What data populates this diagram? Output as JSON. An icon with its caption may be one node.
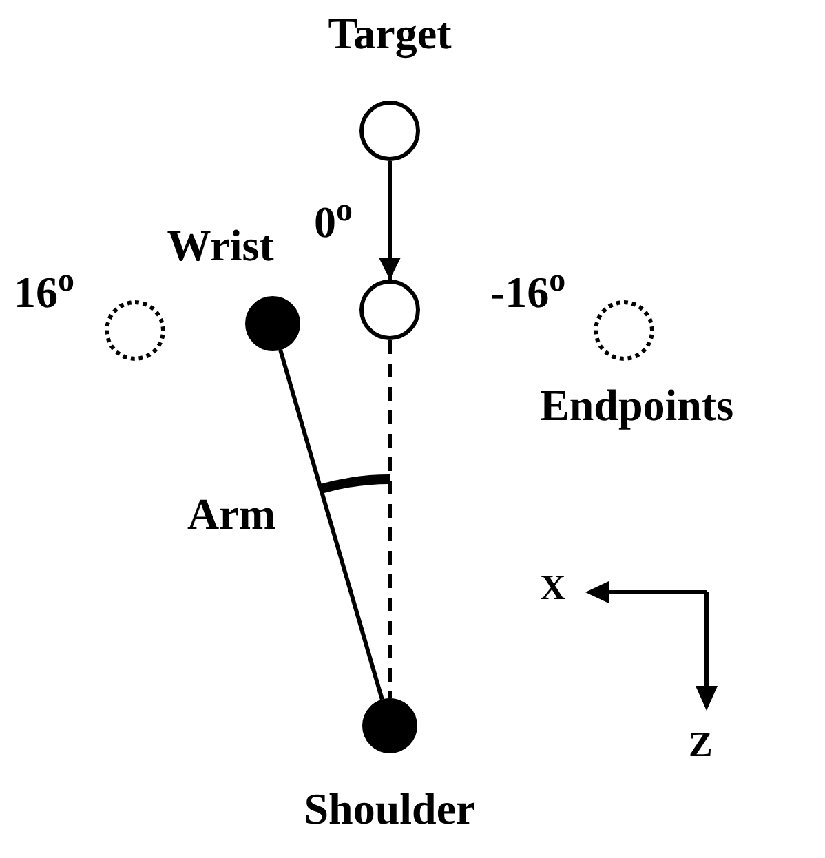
{
  "diagram": {
    "nodes": [
      {
        "text": [
          "Target"
        ]
      },
      {
        "text": [],
        "shape": "circle"
      },
      {
        "text": [
          "Wrist"
        ]
      },
      {
        "text": [
          "Shoulder"
        ]
      },
      {
        "text": [],
        "shape": "circle",
        "beside": [
          "16$^{o}$"
        ]
      },
      {
        "text": [],
        "shape": "circle",
        "beside": [
          "-16$^{o}$"
        ]
      }
    ],
    "edges": [
      {
        "from": 0,
        "to": 1,
        "arrow": "to",
        "label": "0$^{o}$"
      },
      {
        "from": 2,
        "to": 3,
        "arrow": "none",
        "label": "Arm"
      },
      {
        "from": 1,
        "to": 3,
        "arrow": "none",
        "style": "dashed"
      }
    ],
    "labels": [
      "Endpoints",
      "X",
      "Z"
    ]
  }
}
